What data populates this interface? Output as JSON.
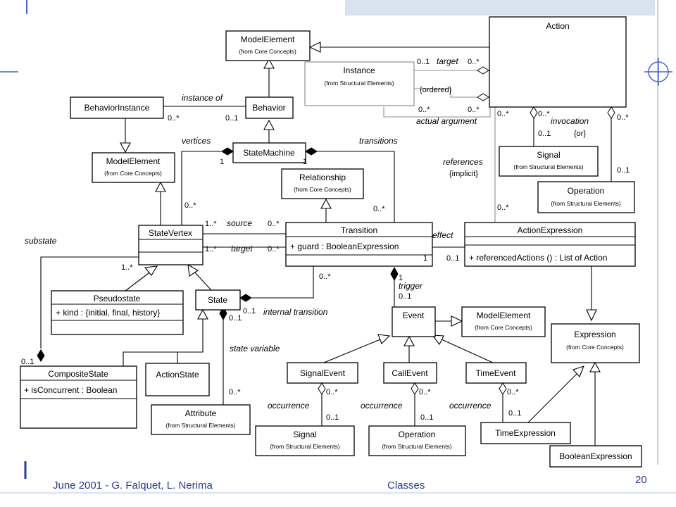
{
  "classes": {
    "modelelement_top": {
      "name": "ModelElement",
      "sub": "(from Core Concepts)"
    },
    "action": {
      "name": "Action"
    },
    "instance": {
      "name": "Instance",
      "sub": "(from Structural Elements)"
    },
    "behaviorinstance": {
      "name": "BehaviorInstance"
    },
    "behavior": {
      "name": "Behavior"
    },
    "statemachine": {
      "name": "StateMachine"
    },
    "modelelement_left": {
      "name": "ModelElement",
      "sub": "(from Core Concepts)"
    },
    "relationship": {
      "name": "Relationship",
      "sub": "(from Core Concepts)"
    },
    "signal_top": {
      "name": "Signal",
      "sub": "(from Structural Elements)"
    },
    "operation_top": {
      "name": "Operation",
      "sub": "(from Structural Elements)"
    },
    "statevertex": {
      "name": "StateVertex"
    },
    "transition": {
      "name": "Transition",
      "attr": "+ guard : BooleanExpression"
    },
    "actionexpression": {
      "name": "ActionExpression",
      "attr": "+ referencedActions () : List of Action"
    },
    "pseudostate": {
      "name": "Pseudostate",
      "attr": "+ kind : {initial, final, history}"
    },
    "state": {
      "name": "State"
    },
    "event": {
      "name": "Event"
    },
    "modelelement_right": {
      "name": "ModelElement",
      "sub": "(from Core Concepts)"
    },
    "expression": {
      "name": "Expression",
      "sub": "(from Core Concepts)"
    },
    "compositestate": {
      "name": "CompositeState",
      "attr": "+ isConcurrent : Boolean"
    },
    "actionstate": {
      "name": "ActionState"
    },
    "attribute": {
      "name": "Attribute",
      "sub": "(from Structural Elements)"
    },
    "signalevent": {
      "name": "SignalEvent"
    },
    "callevent": {
      "name": "CallEvent"
    },
    "timeevent": {
      "name": "TimeEvent"
    },
    "signal_bottom": {
      "name": "Signal",
      "sub": "(from Structural Elements)"
    },
    "operation_bottom": {
      "name": "Operation",
      "sub": "(from Structural Elements)"
    },
    "timeexpression": {
      "name": "TimeExpression"
    },
    "booleanexpression": {
      "name": "BooleanExpression"
    }
  },
  "labels": {
    "instance_of": "instance of",
    "vertices": "vertices",
    "transitions": "transitions",
    "substate": "substate",
    "source": "source",
    "target": "target",
    "target_action": "target",
    "ordered": "{ordered}",
    "actual_argument": "actual argument",
    "references": "references",
    "implicit": "{implicit}",
    "invocation": "invocation",
    "or": "{or}",
    "effect": "effect",
    "trigger": "trigger",
    "internal_transition": "internal transition",
    "state_variable": "state variable",
    "occurrence_1": "occurrence",
    "occurrence_2": "occurrence",
    "occurrence_3": "occurrence"
  },
  "mult": {
    "inst_target_01": "0..1",
    "inst_target_0s": "0..*",
    "inst_arg_0s_a": "0..*",
    "inst_arg_0s_b": "0..*",
    "bi_0s": "0..*",
    "beh_01": "0..1",
    "vert_1": "1",
    "trans_1": "1",
    "sv_trans_0s": "0..*",
    "sv_vert_0s": "0..*",
    "src_1s": "1..*",
    "src_0s": "0..*",
    "tgt_1s": "1..*",
    "tgt_0s": "0..*",
    "sub_1s": "1..*",
    "sub_01": "0..1",
    "eff_1": "1",
    "eff_01": "0..1",
    "ref_0s_a": "0..*",
    "ref_0s_b": "0..*",
    "inv_0s": "0..*",
    "sig_01": "0..1",
    "op_0s": "0..*",
    "op_01": "0..1",
    "int_0s": "0..*",
    "int_01": "0..1",
    "attr_01": "0..1",
    "attr_0s": "0..*",
    "trig_1": "1",
    "trig_01": "0..1",
    "occ1_0s": "0..*",
    "occ1_01": "0..1",
    "occ2_0s": "0..*",
    "occ2_01": "0..1",
    "occ3_0s": "0..*",
    "occ3_01": "0..1"
  },
  "footer": {
    "author": "June 2001 - G. Falquet, L. Nerima",
    "topic": "Classes",
    "page": "20"
  },
  "colors": {
    "footer_text": "#2a3d8f",
    "accent_line": "#4a62c4"
  }
}
